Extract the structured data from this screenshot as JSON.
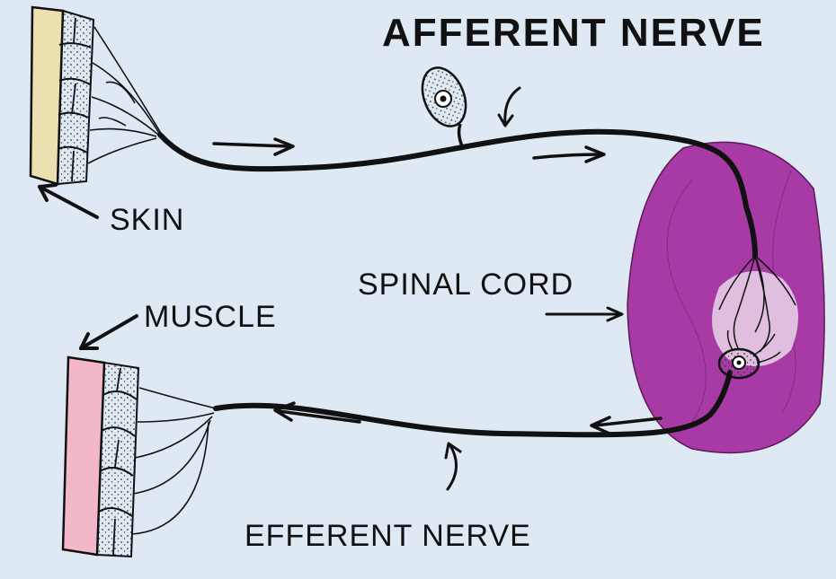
{
  "labels": {
    "afferent_nerve": "AFFERENT NERVE",
    "skin": "SKIN",
    "spinal_cord": "SPINAL CORD",
    "muscle": "MUSCLE",
    "efferent_nerve": "EFFERENT NERVE"
  },
  "colors": {
    "background": "#dfe9f3",
    "skin": "#ecdfb0",
    "muscle": "#f2b8c8",
    "spinal_cord": "#a83aa6",
    "nerve": "#111111"
  }
}
